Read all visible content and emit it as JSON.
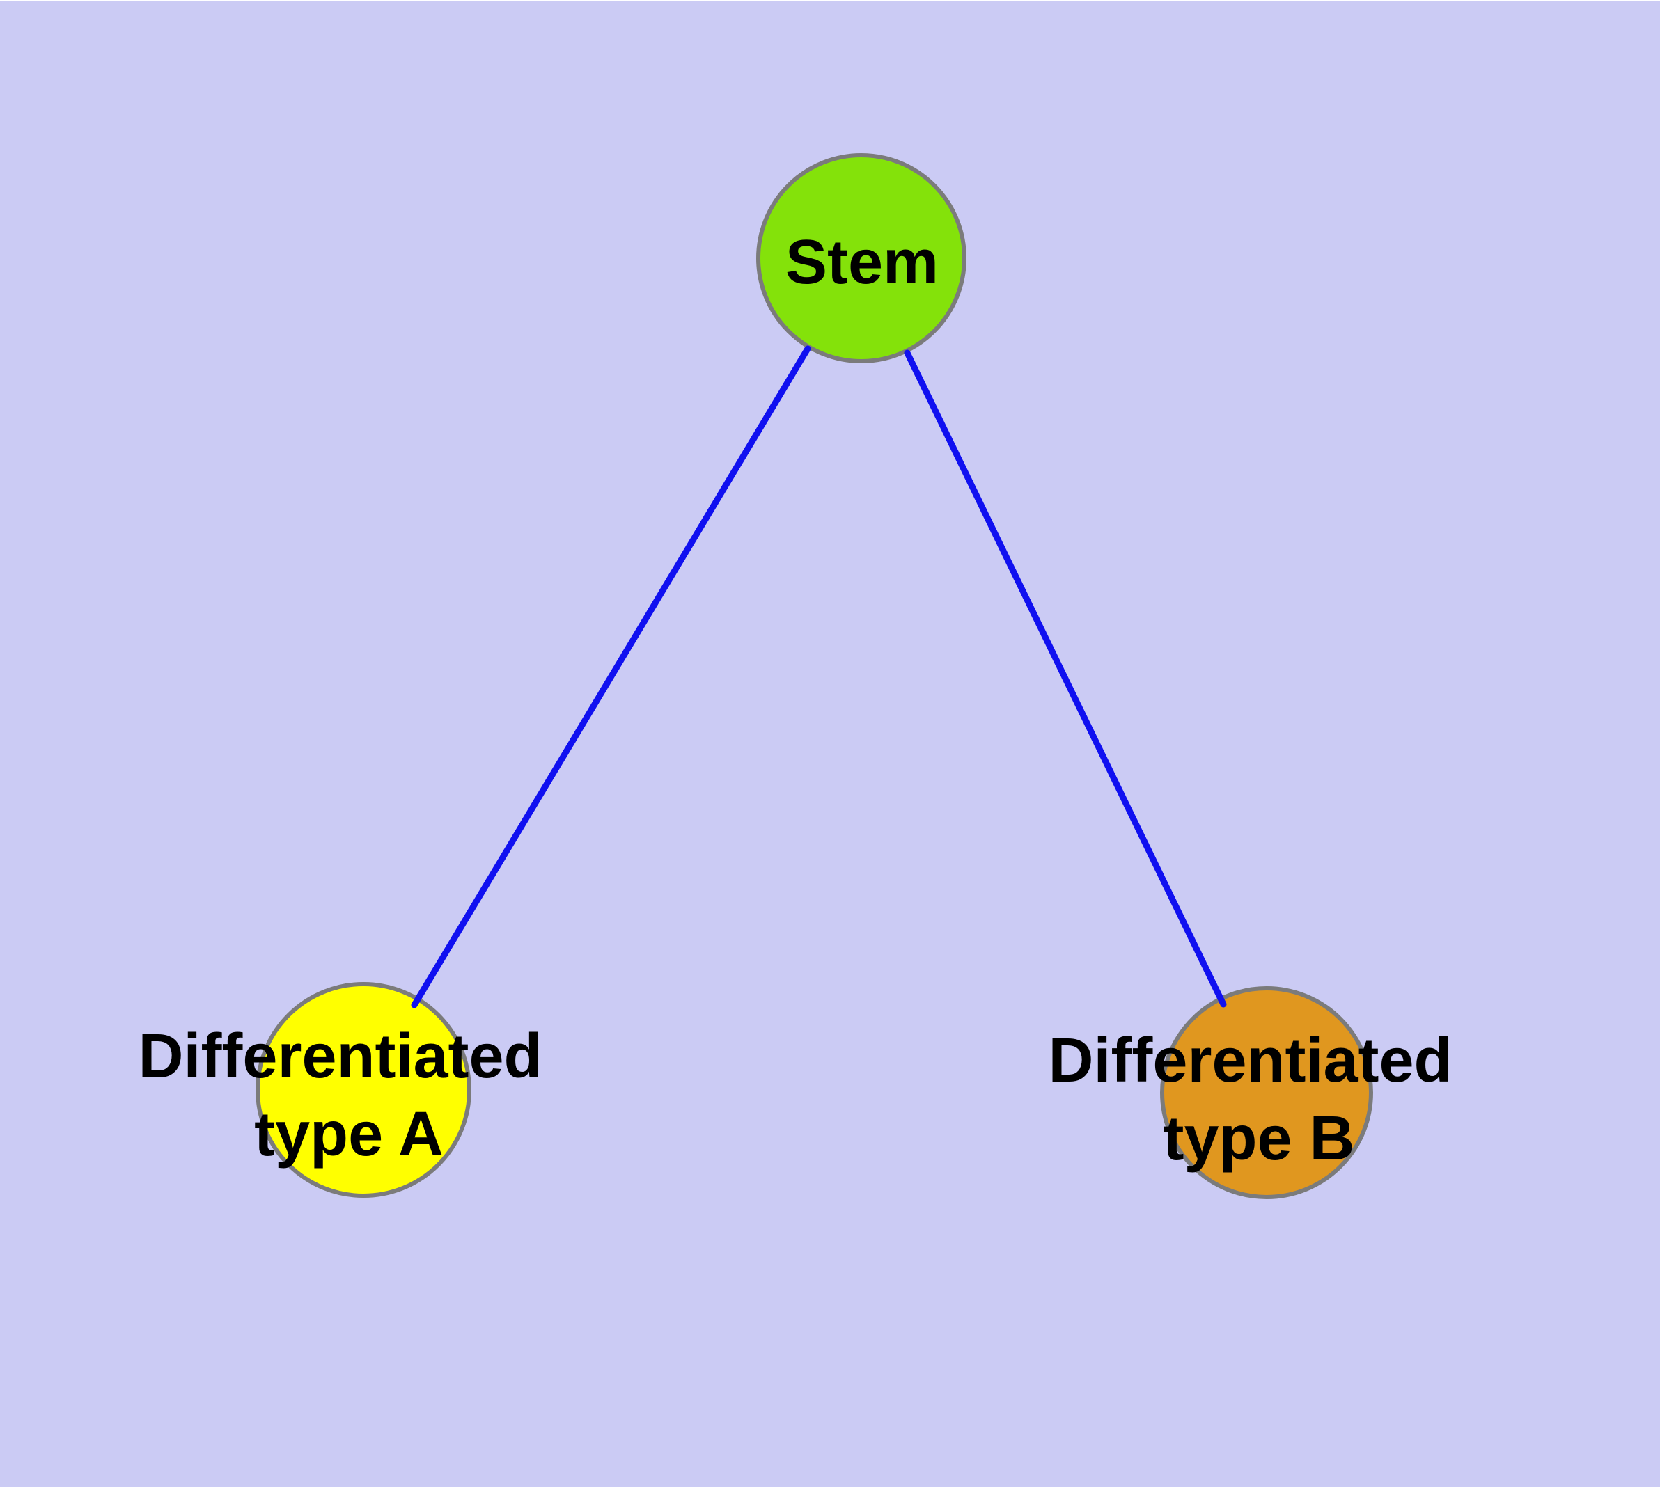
{
  "diagram": {
    "type": "graph",
    "background_color": "#cbcbf4",
    "edge_color": "#1010f0",
    "node_border_color": "#7b7b7b",
    "label_color": "#000000",
    "nodes": [
      {
        "id": "stem",
        "label": "Stem",
        "fill_color": "#84e20a"
      },
      {
        "id": "type_a",
        "label_line1": "Differentiated",
        "label_line2": "type A",
        "fill_color": "#ffff00"
      },
      {
        "id": "type_b",
        "label_line1": "Differentiated",
        "label_line2": "type B",
        "fill_color": "#e0971f"
      }
    ],
    "edges": [
      {
        "from": "stem",
        "to": "type_a"
      },
      {
        "from": "stem",
        "to": "type_b"
      }
    ]
  }
}
